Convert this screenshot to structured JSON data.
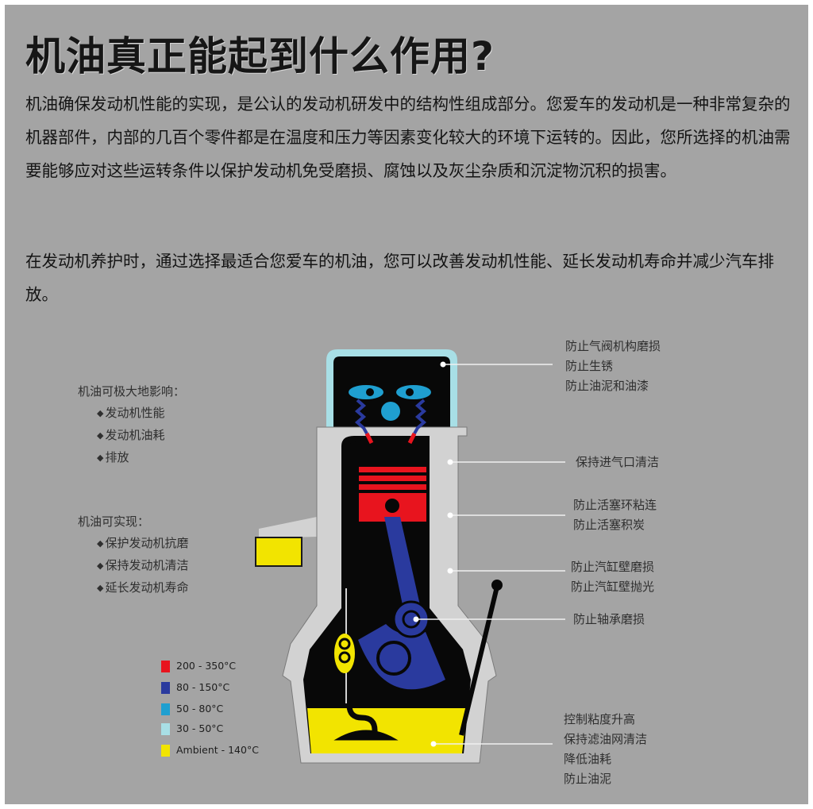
{
  "title": "机油真正能起到什么作用?",
  "paragraphs": [
    "机油确保发动机性能的实现，是公认的发动机研发中的结构性组成部分。您爱车的发动机是一种非常复杂的机器部件，内部的几百个零件都是在温度和压力等因素变化较大的环境下运转的。因此，您所选择的机油需要能够应对这些运转条件以保护发动机免受磨损、腐蚀以及灰尘杂质和沉淀物沉积的损害。",
    "在发动机养护时，通过选择最适合您爱车的机油，您可以改善发动机性能、延长发动机寿命并减少汽车排放。"
  ],
  "influence": {
    "heading": "机油可极大地影响：",
    "items": [
      "发动机性能",
      "发动机油耗",
      "排放"
    ]
  },
  "achieve": {
    "heading": "机油可实现：",
    "items": [
      "保护发动机抗磨",
      "保持发动机清洁",
      "延长发动机寿命"
    ]
  },
  "callouts": [
    [
      "防止气阀机构磨损",
      "防止生锈",
      "防止油泥和油漆"
    ],
    [
      "保持进气口清洁"
    ],
    [
      "防止活塞环粘连",
      "防止活塞积炭"
    ],
    [
      "防止汽缸壁磨损",
      "防止汽缸壁抛光"
    ],
    [
      "防止轴承磨损"
    ],
    [
      "控制粘度升高",
      "保持滤油网清洁",
      "降低油耗",
      "防止油泥"
    ]
  ],
  "legend": [
    {
      "label": "200 - 350°C",
      "color": "#e8141e"
    },
    {
      "label": "80 - 150°C",
      "color": "#2a3a9e"
    },
    {
      "label": "50 - 80°C",
      "color": "#1f9fd0"
    },
    {
      "label": "30 - 50°C",
      "color": "#a8dfe6"
    },
    {
      "label": "Ambient - 140°C",
      "color": "#f2e400"
    }
  ],
  "colors": {
    "background": "#a4a4a4",
    "engine_block": "#d2d2d2",
    "engine_interior": "#080808",
    "oil": "#f2e400",
    "piston": "#e8141e",
    "crank": "#2a3a9e",
    "valve": "#1f9fd0",
    "head_cover": "#a8dfe6"
  }
}
